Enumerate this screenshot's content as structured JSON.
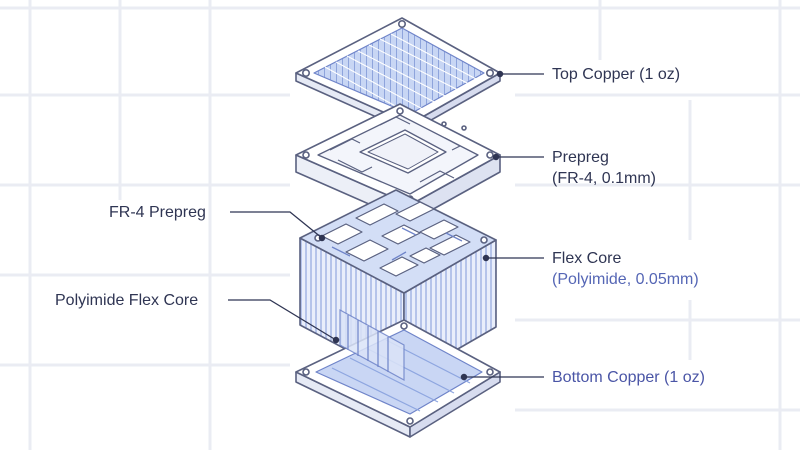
{
  "labels": {
    "top_copper": "Top Copper (1 oz)",
    "prepreg_line1": "Prepreg",
    "prepreg_line2": "(FR-4, 0.1mm)",
    "flex_core_line1": "Flex Core",
    "flex_core_line2": "(Polyimide, 0.05mm)",
    "bottom_copper": "Bottom Copper (1 oz)",
    "fr4_prepreg": "FR-4 Prepreg",
    "polyimide_flex_core": "Polyimide Flex Core"
  },
  "colors": {
    "outline": "#5a6180",
    "panel_fill": "#ffffff",
    "copper_blue": "#b7c9f0",
    "copper_blue_dark": "#8ea6e0",
    "accent_text": "#5566b5",
    "grid": "#e6e8f0"
  }
}
